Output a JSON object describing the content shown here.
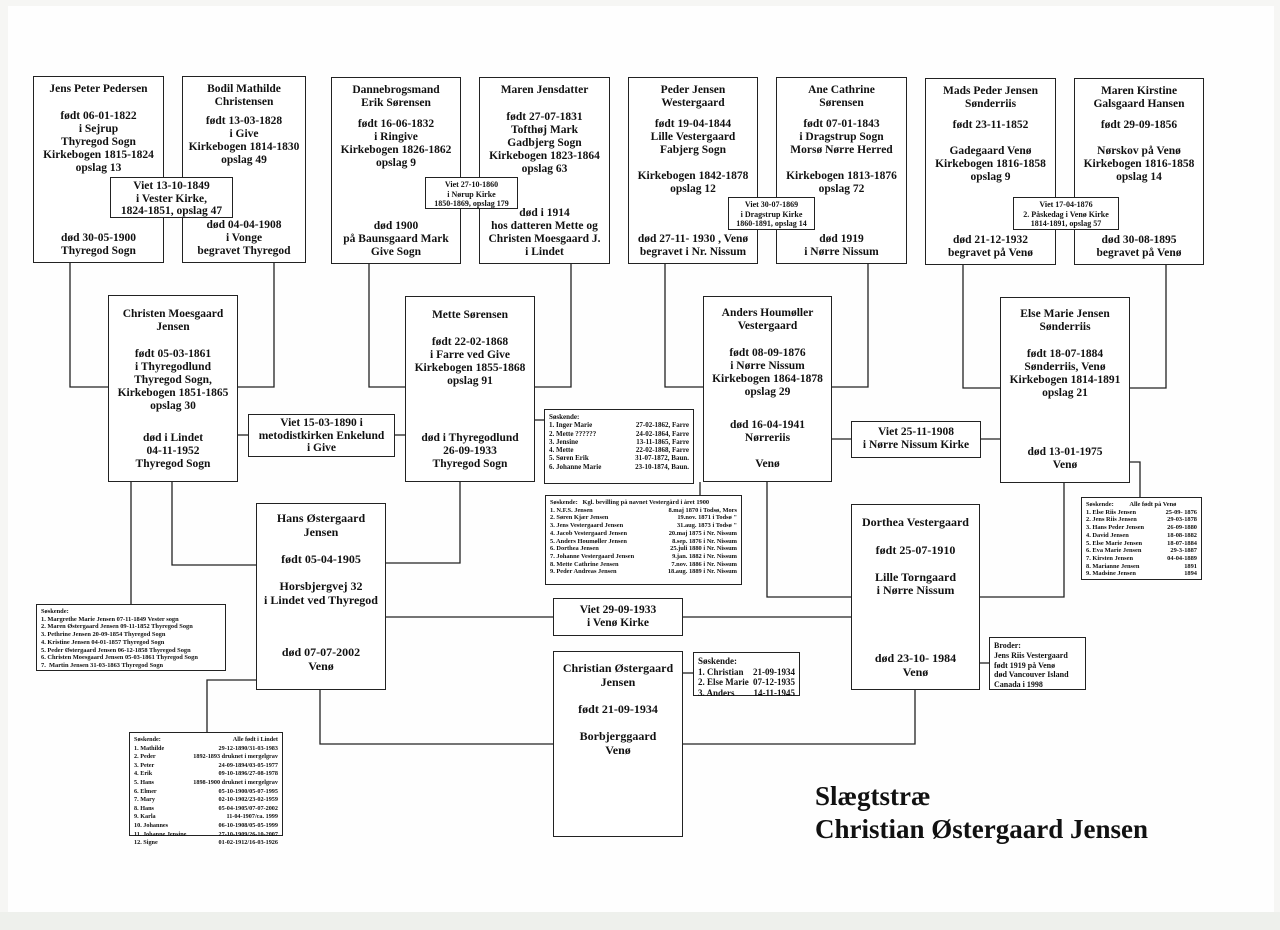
{
  "persons": {
    "jens_peter": {
      "name": "Jens Peter Pedersen",
      "born": "født 06-01-1822\ni Sejrup\nThyregod Sogn\nKirkebogen 1815-1824\nopslag 13",
      "death": "død 30-05-1900\nThyregod Sogn"
    },
    "bodil": {
      "name": "Bodil Mathilde\nChristensen",
      "born": "født 13-03-1828\ni Give\nKirkebogen 1814-1830\nopslag 49",
      "death": "død 04-04-1908\ni Vonge\nbegravet Thyregod"
    },
    "erik": {
      "name": "Dannebrogsmand\nErik Sørensen",
      "born": "født 16-06-1832\ni Ringive\nKirkebogen 1826-1862\nopslag 9",
      "death": "død 1900\npå Baunsgaard Mark\nGive Sogn"
    },
    "maren_j": {
      "name": "Maren Jensdatter",
      "born": "født 27-07-1831\nTofthøj Mark\nGadbjerg Sogn\nKirkebogen 1823-1864\nopslag 63",
      "death": "død i 1914\nhos datteren Mette og\nChristen Moesgaard J.\ni Lindet"
    },
    "peder": {
      "name": "Peder Jensen\nWestergaard",
      "born": "født 19-04-1844\nLille Vestergaard\nFabjerg Sogn\n\nKirkebogen 1842-1878\nopslag 12",
      "death": "død 27-11- 1930 , Venø\nbegravet  i  Nr. Nissum"
    },
    "ane": {
      "name": "Ane Cathrine\nSørensen",
      "born": "født  07-01-1843\ni Dragstrup Sogn\nMorsø Nørre Herred\n\nKirkebogen 1813-1876\nopslag 72",
      "death": "død 1919\ni Nørre Nissum"
    },
    "mads": {
      "name": "Mads Peder Jensen\nSønderriis",
      "born": "født 23-11-1852\n\nGadegaard Venø\nKirkebogen 1816-1858\nopslag 9",
      "death": "død 21-12-1932\nbegravet på Venø"
    },
    "maren_k": {
      "name": "Maren Kirstine\nGalsgaard Hansen",
      "born": "født  29-09-1856\n\nNørskov på Venø\nKirkebogen 1816-1858\nopslag 14",
      "death": "død 30-08-1895\nbegravet  på Venø"
    },
    "christen": {
      "name": "Christen Moesgaard\nJensen",
      "born": "født 05-03-1861\ni Thyregodlund\nThyregod Sogn,\nKirkebogen 1851-1865\nopslag 30",
      "death": "død i Lindet\n04-11-1952\nThyregod Sogn"
    },
    "mette": {
      "name": "Mette Sørensen",
      "born": "født 22-02-1868\ni Farre ved Give\nKirkebogen 1855-1868\nopslag 91",
      "death": "død i Thyregodlund\n26-09-1933\nThyregod Sogn"
    },
    "anders": {
      "name": "Anders Houmøller\nVestergaard",
      "born": "født 08-09-1876\ni Nørre Nissum\nKirkebogen 1864-1878\nopslag 29",
      "death": "død 16-04-1941\nNørreriis\n\nVenø"
    },
    "else": {
      "name": "Else Marie Jensen\nSønderriis",
      "born": "født 18-07-1884\nSønderriis, Venø\nKirkebogen 1814-1891\nopslag 21",
      "death": "død 13-01-1975\nVenø"
    },
    "hans": {
      "name": "Hans Østergaard\nJensen",
      "born": "født 05-04-1905\n\nHorsbjergvej 32\ni Lindet ved Thyregod",
      "death": "død  07-07-2002\nVenø"
    },
    "dorthea": {
      "name": "Dorthea Vestergaard",
      "born": "født  25-07-1910\n\nLille Torngaard\ni Nørre Nissum",
      "death": "død 23-10- 1984\nVenø"
    },
    "christian": {
      "name": "Christian Østergaard\nJensen",
      "born": "født  21-09-1934\n\nBorbjerggaard\nVenø",
      "death": ""
    }
  },
  "marriages": {
    "m1": "Viet  13-10-1849\ni Vester Kirke,\n1824-1851, opslag 47",
    "m2": "Viet 27-10-1860\ni Nørup Kirke\n1850-1869, opslag 179",
    "m3": "Viet  30-07-1869\ni Dragstrup Kirke\n1860-1891, opslag 14",
    "m4": "Viet  17-04-1876\n2. Påskedag i Venø Kirke\n1814-1891, opslag 57",
    "m5": "Viet 15-03-1890  i\nmetodistkirken Enkelund\ni Give",
    "m6": "Viet 25-11-1908\ni  Nørre Nissum Kirke",
    "m7": "Viet  29-09-1933\ni  Venø Kirke"
  },
  "siblings_mette": {
    "header": "Søskende:",
    "rows": [
      [
        "1. Inger Marie",
        "27-02-1862, Farre"
      ],
      [
        "2. Mette ??????",
        "24-02-1864, Farre"
      ],
      [
        "3. Jensine",
        "13-11-1865, Farre"
      ],
      [
        "4. Mette",
        "22-02-1868, Farre"
      ],
      [
        "5. Søren Erik",
        "31-07-1872, Baun."
      ],
      [
        "6. Johanne Marie",
        "23-10-1874, Baun."
      ]
    ]
  },
  "siblings_anders": {
    "header": "Søskende:   Kgl. bevilling på navnet Vestergård i året 1900",
    "rows": [
      [
        "1. N.F.S. Jensen",
        "8.maj 1870 i Todsø, Mors"
      ],
      [
        "2. Søren Kjær Jensen",
        "19.nov. 1871 i Todsø   \""
      ],
      [
        "3. Jens Vestergaard Jensen",
        "31.aug. 1873 i Todsø   \""
      ],
      [
        "4. Jacob Vestergaard Jensen",
        "20.maj 1875 i Nr. Nissum"
      ],
      [
        "5. Anders Houmøller Jensen",
        "8.sep. 1876 i Nr. Nissum"
      ],
      [
        "6. Dorthea Jensen",
        "25.juli 1880 i Nr. Nissum"
      ],
      [
        "7. Johanne Vestergaard Jensen",
        "9.jan. 1882 i Nr. Nissum"
      ],
      [
        "8. Mette Cathrine Jensen",
        "7.nov. 1886 i Nr. Nissum"
      ],
      [
        "9. Peder Andreas Jensen",
        "18.aug. 1889 i Nr. Nissum"
      ]
    ]
  },
  "siblings_else": {
    "header": "Søskende:          Alle født på Venø",
    "rows": [
      [
        "1. Else Riis Jensen",
        "25-09- 1876"
      ],
      [
        "2. Jens Riis Jensen",
        "29-03-1878"
      ],
      [
        "3. Hans Peder Jensen",
        "26-09-1880"
      ],
      [
        "4. David Jensen",
        "18-08-1882"
      ],
      [
        "5. Else Marie Jensen",
        "18-07-1884"
      ],
      [
        "6. Eva Marie Jensen",
        "29-3-1887"
      ],
      [
        "7. Kirsten Jensen",
        "04-04-1889"
      ],
      [
        "8. Marianne Jensen",
        "1891"
      ],
      [
        "9. Madsine Jensen",
        "1894"
      ]
    ]
  },
  "siblings_christen": {
    "header": "Søskende:",
    "rows": [
      "1. Margrethe Marie Jensen 07-11-1849 Vester sogn",
      "2. Maren Østergaard Jensen 09-11-1852 Thyregod Sogn",
      "3. Pethrine Jensen 20-09-1854 Thyregod Sogn",
      "4. Kristine Jensen 04-01-1857 Thyregod Sogn",
      "5. Peder Østergaard Jensen 06-12-1858 Thyregod Sogn",
      "6. Christen Moesgaard Jensen 05-03-1861 Thyregod Sogn",
      "7.  Martin Jensen 31-03-1863 Thyregod Sogn"
    ]
  },
  "siblings_hans": {
    "header": "Søskende:",
    "header_right": "Alle født i Lindet",
    "rows": [
      [
        "1. Mathilde",
        "29-12-1890/31-03-1983"
      ],
      [
        "2. Peder",
        "1892-1893 druknet i mergelgrav"
      ],
      [
        "3. Peter",
        "24-09-1894/03-05-1977"
      ],
      [
        "4. Erik",
        "09-10-1896/27-08-1978"
      ],
      [
        "5. Hans",
        "1898-1900 druknet i mergelgrav"
      ],
      [
        "6. Elmer",
        "05-10-1900/05-07-1995"
      ],
      [
        "7. Mary",
        "02-10-1902/23-02-1959"
      ],
      [
        "8. Hans",
        "05-04-1905/07-07-2002"
      ],
      [
        "9. Karla",
        "11-04-1907/ca. 1999"
      ],
      [
        "10. Johannes",
        "06-10-1908/05-05-1999"
      ],
      [
        "11. Johanne Jensine",
        "27-10-1909/26-10-2007"
      ],
      [
        "12. Signe",
        "01-02-1912/16-03-1926"
      ]
    ]
  },
  "siblings_christian": {
    "header": "Søskende:",
    "rows": [
      [
        "1. Christian",
        "21-09-1934"
      ],
      [
        "2. Else Marie",
        "07-12-1935"
      ],
      [
        "3. Anders",
        "14-11-1945"
      ]
    ]
  },
  "brother_dorthea": {
    "header": "Broder:",
    "text": "Jens Riis Vestergaard\nfødt 1919 på Venø\ndød Vancouver Island\nCanada i 1998"
  },
  "title": {
    "line1": "Slægtstræ",
    "line2": "Christian Østergaard Jensen"
  }
}
